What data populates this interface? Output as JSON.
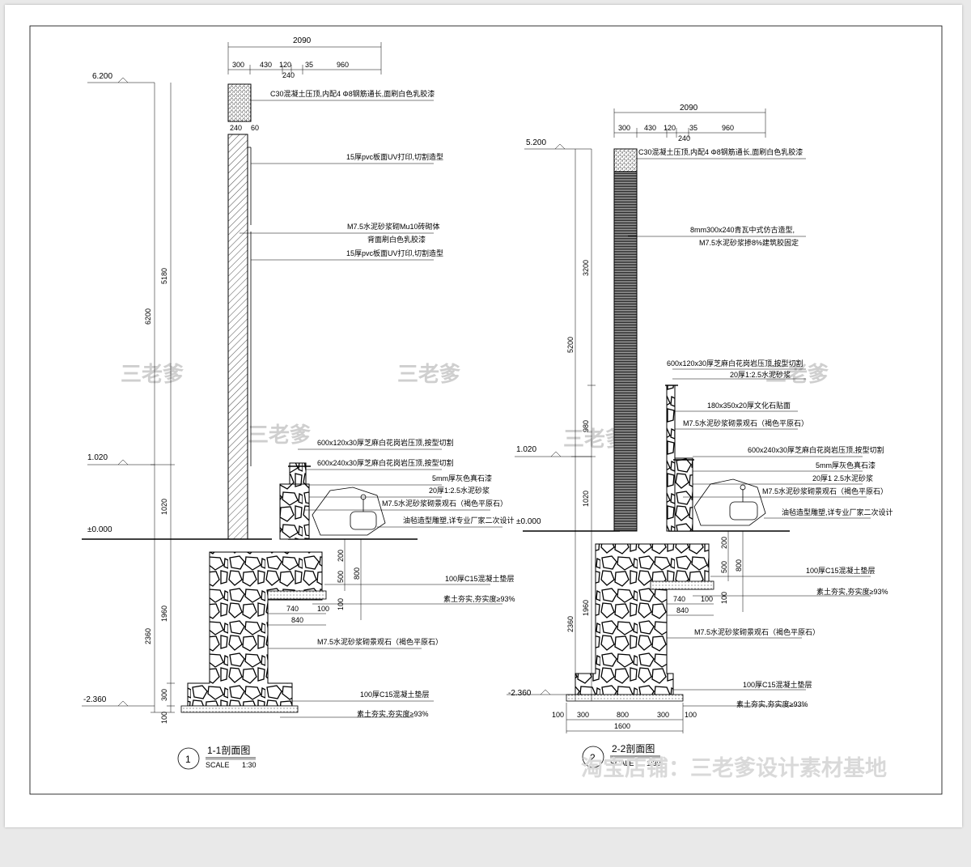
{
  "section1": {
    "title": "1-1剖面图",
    "number": "1",
    "scale_label": "SCALE",
    "scale_value": "1:30",
    "top_dims": {
      "total": "2090",
      "parts": [
        "300",
        "430",
        "120",
        "35",
        "960"
      ],
      "sub": "240"
    },
    "cap_dims": [
      "240",
      "60"
    ],
    "levels": [
      "6.200",
      "1.020",
      "±0.000",
      "-2.360"
    ],
    "vert_dims": [
      "6200",
      "5180",
      "1020",
      "2360",
      "1960",
      "300",
      "100"
    ],
    "inner_dims": [
      "200",
      "500",
      "800",
      "100"
    ],
    "horiz_dims": [
      "740",
      "100",
      "840"
    ],
    "notes": [
      "C30混凝土压顶,内配4 Φ8钢筋通长,面刷白色乳胶漆",
      "15厚pvc板面UV打印,切割造型",
      "M7.5水泥砂浆砌Mu10砖砌体",
      "背面刷白色乳胶漆",
      "15厚pvc板面UV打印,切割造型",
      "600x120x30厚芝麻白花岗岩压顶,按型切割",
      "600x240x30厚芝麻白花岗岩压顶,按型切割",
      "5mm厚灰色真石漆",
      "20厚1:2.5水泥砂浆",
      "M7.5水泥砂浆砌景观石（褐色平原石）",
      "油毡造型雕塑,详专业厂家二次设计",
      "100厚C15混凝土垫层",
      "素土夯实,夯实度≥93%",
      "M7.5水泥砂浆砌景观石（褐色平原石）",
      "100厚C15混凝土垫层",
      "素土夯实,夯实度≥93%"
    ]
  },
  "section2": {
    "title": "2-2剖面图",
    "number": "2",
    "scale_label": "SCALE",
    "scale_value": "1:30",
    "top_dims": {
      "total": "2090",
      "parts": [
        "300",
        "430",
        "120",
        "35",
        "960"
      ],
      "sub": "240"
    },
    "levels": [
      "5.200",
      "1.020",
      "±0.000",
      "-2.360"
    ],
    "vert_dims": [
      "5200",
      "3200",
      "980",
      "1020",
      "2360",
      "1960"
    ],
    "inner_dims": [
      "200",
      "500",
      "800",
      "100"
    ],
    "horiz_dims": [
      "740",
      "100",
      "840"
    ],
    "bottom_dims": {
      "parts": [
        "100",
        "300",
        "800",
        "300",
        "100"
      ],
      "total": "1600"
    },
    "notes": [
      "C30混凝土压顶,内配4 Φ8钢筋通长,面刷白色乳胶漆",
      "8mm300x240青瓦中式仿古造型,",
      "M7.5水泥砂浆掺8%建筑胶固定",
      "600x120x30厚芝麻白花岗岩压顶,按型切割",
      "20厚1:2.5水泥砂浆",
      "180x350x20厚文化石贴面",
      "M7.5水泥砂浆砌景观石（褐色平原石）",
      "600x240x30厚芝麻白花岗岩压顶,按型切割",
      "5mm厚灰色真石漆",
      "20厚1 2.5水泥砂浆",
      "M7.5水泥砂浆砌景观石（褐色平原石）",
      "油毡造型雕塑,详专业厂家二次设计",
      "100厚C15混凝土垫层",
      "素土夯实,夯实度≥93%",
      "M7.5水泥砂浆砌景观石（褐色平原石）",
      "100厚C15混凝土垫层",
      "素土夯实,夯实度≥93%"
    ]
  },
  "watermarks": [
    "三老爹",
    "三老爹",
    "三老爹",
    "三老爹",
    "三老爹"
  ],
  "footer_watermark": "淘宝店铺：三老爹设计素材基地"
}
